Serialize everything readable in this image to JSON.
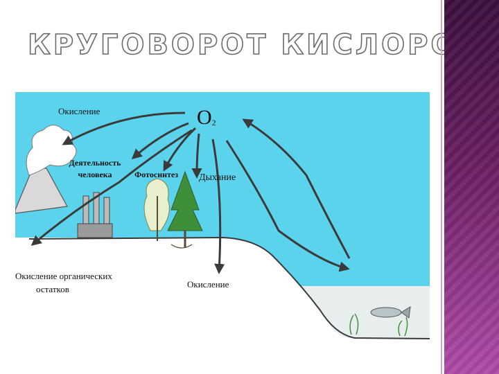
{
  "title": "КРУГОВОРОТ КИСЛОРОДА",
  "diagram": {
    "center_label": "O",
    "center_subscript": "2",
    "labels": {
      "oxidation_top": "Окисление",
      "human_activity_1": "Деятельность",
      "human_activity_2": "человека",
      "photosynthesis": "Фотосинтез",
      "respiration": "Дыхание",
      "organic_oxidation_1": "Окисление органических",
      "organic_oxidation_2": "остатков",
      "oxidation_ground": "Окисление"
    },
    "colors": {
      "sky": "#5cd3ec",
      "water": "#e8eeee",
      "arrow": "#3a3a3a",
      "sidebar_dark": "#3b0f3d",
      "sidebar_light": "#b04aa8"
    },
    "icons": [
      "volcano-icon",
      "factory-icon",
      "tree-icon",
      "fish-icon",
      "seaweed-icon"
    ]
  }
}
